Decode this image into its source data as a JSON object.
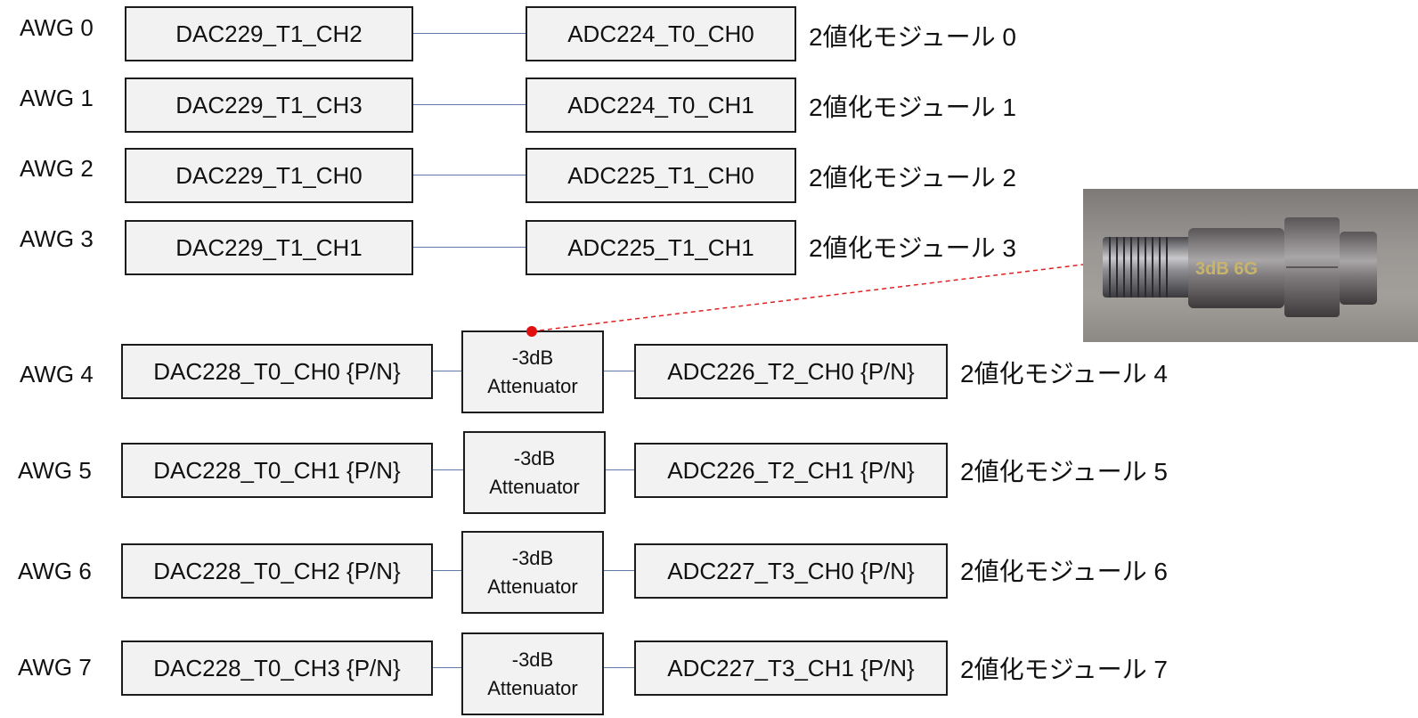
{
  "rows_top": [
    {
      "awg": "AWG 0",
      "dac": "DAC229_T1_CH2",
      "adc": "ADC224_T0_CH0",
      "module": "2値化モジュール 0"
    },
    {
      "awg": "AWG 1",
      "dac": "DAC229_T1_CH3",
      "adc": "ADC224_T0_CH1",
      "module": "2値化モジュール 1"
    },
    {
      "awg": "AWG 2",
      "dac": "DAC229_T1_CH0",
      "adc": "ADC225_T1_CH0",
      "module": "2値化モジュール 2"
    },
    {
      "awg": "AWG 3",
      "dac": "DAC229_T1_CH1",
      "adc": "ADC225_T1_CH1",
      "module": "2値化モジュール 3"
    }
  ],
  "rows_bottom": [
    {
      "awg": "AWG 4",
      "dac": "DAC228_T0_CH0 {P/N}",
      "att_line1": "-3dB",
      "att_line2": "Attenuator",
      "adc": "ADC226_T2_CH0 {P/N}",
      "module": "2値化モジュール 4"
    },
    {
      "awg": "AWG 5",
      "dac": "DAC228_T0_CH1 {P/N}",
      "att_line1": "-3dB",
      "att_line2": "Attenuator",
      "adc": "ADC226_T2_CH1 {P/N}",
      "module": "2値化モジュール 5"
    },
    {
      "awg": "AWG 6",
      "dac": "DAC228_T0_CH2 {P/N}",
      "att_line1": "-3dB",
      "att_line2": "Attenuator",
      "adc": "ADC227_T3_CH0 {P/N}",
      "module": "2値化モジュール 6"
    },
    {
      "awg": "AWG 7",
      "dac": "DAC228_T0_CH3 {P/N}",
      "att_line1": "-3dB",
      "att_line2": "Attenuator",
      "adc": "ADC227_T3_CH1 {P/N}",
      "module": "2値化モジュール 7"
    }
  ],
  "photo": {
    "engraving": "3dB  6G"
  },
  "colors": {
    "box_fill": "#f2f2f2",
    "wire": "#5f79a8",
    "callout": "#e02020"
  }
}
